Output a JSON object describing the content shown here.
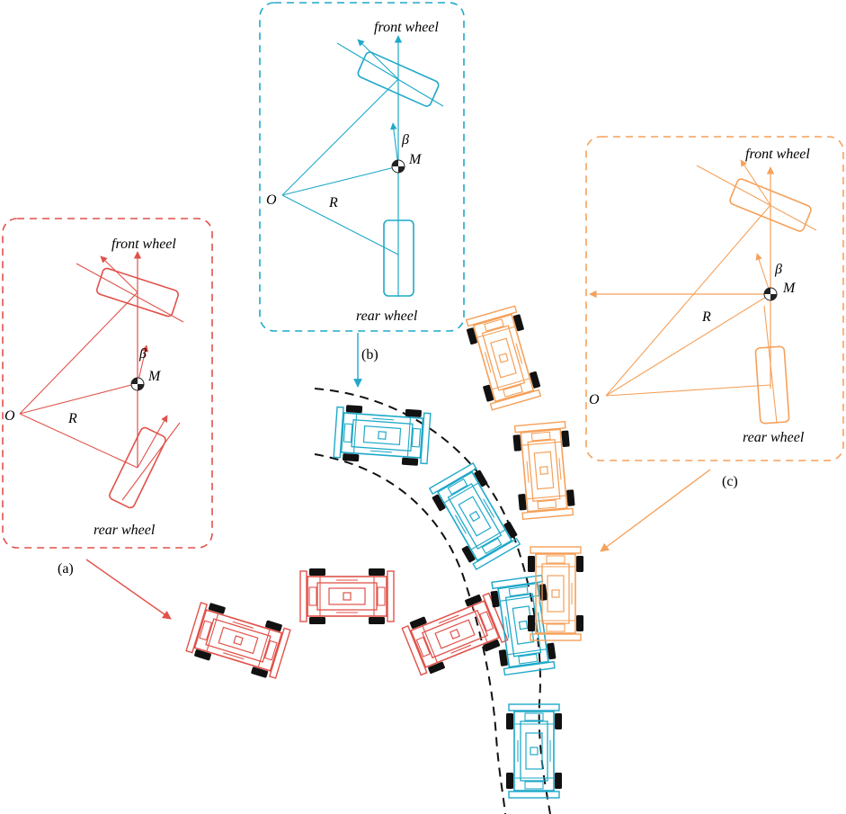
{
  "colors": {
    "red": "#e0524a",
    "cyan": "#1fa9c9",
    "orange": "#f5a15a",
    "track": "#111111",
    "tire": "#111111"
  },
  "labels": {
    "front_wheel": "front wheel",
    "rear_wheel": "rear wheel",
    "center": "O",
    "radius": "R",
    "sideslip": "β",
    "mass_center": "M"
  },
  "panels": {
    "a": {
      "caption": "(a)"
    },
    "b": {
      "caption": "(b)"
    },
    "c": {
      "caption": "(c)"
    }
  }
}
